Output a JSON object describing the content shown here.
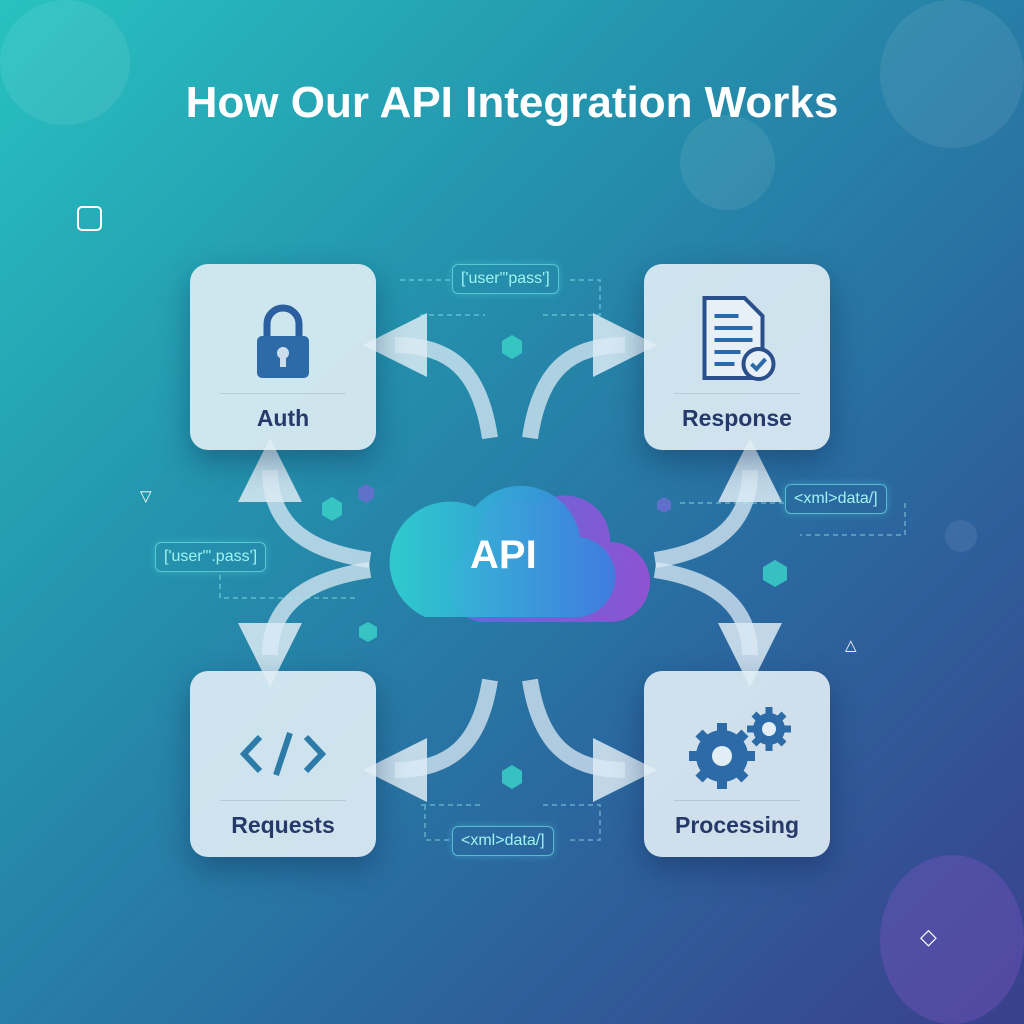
{
  "title": "How Our API Integration Works",
  "center": {
    "label": "API"
  },
  "cards": [
    {
      "label": "Auth",
      "icon": "lock-icon"
    },
    {
      "label": "Response",
      "icon": "document-check-icon"
    },
    {
      "label": "Requests",
      "icon": "code-icon"
    },
    {
      "label": "Processing",
      "icon": "gears-icon"
    }
  ],
  "tags": {
    "top": "['user\"'pass']",
    "left": "['user\"'.pass']",
    "right": "<xml>data/]",
    "bottom": "<xml>data/]"
  },
  "colors": {
    "card_text": "#253a6b",
    "tag": "#9ff3f0"
  }
}
